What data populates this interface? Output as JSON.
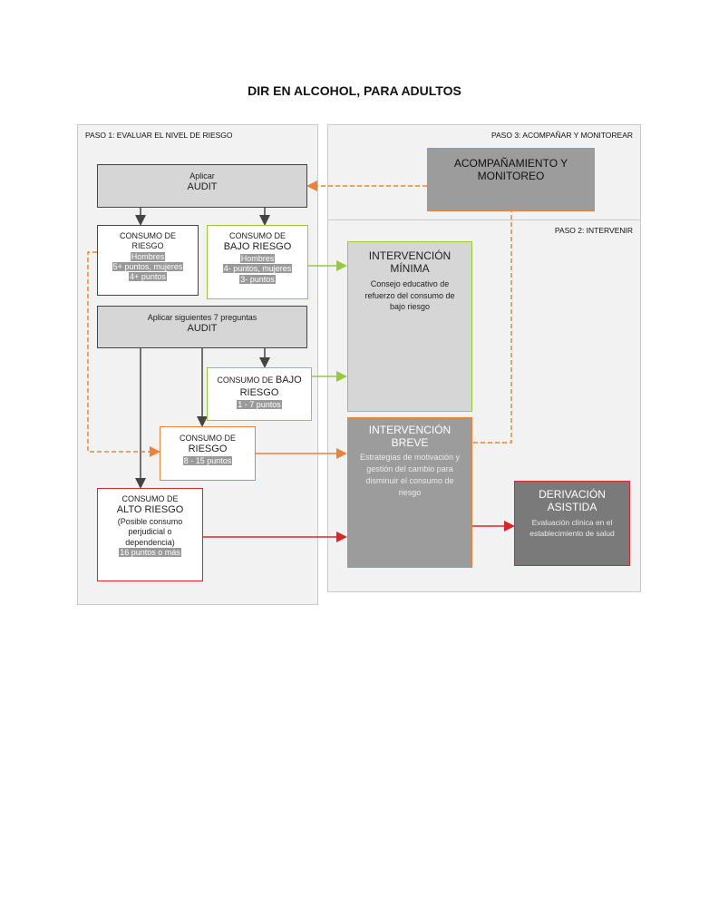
{
  "title": "DIR EN ALCOHOL, PARA ADULTOS",
  "paso1": "PASO 1: EVALUAR EL NIVEL DE RIESGO",
  "paso2": "PASO 2: INTERVENIR",
  "paso3": "PASO 3: ACOMPAÑAR Y MONITOREAR",
  "audit1": {
    "line1": "Aplicar",
    "line2": "AUDIT"
  },
  "consumo_riesgo1": {
    "line1": "CONSUMO DE",
    "line2": "RIESGO",
    "h1": "Hombres",
    "h2": "5+ puntos, mujeres",
    "h3": "4+ puntos"
  },
  "consumo_bajo1": {
    "line1": "CONSUMO DE",
    "line2": "BAJO RIESGO",
    "h1": "Hombres",
    "h2": "4- puntos, mujeres",
    "h3": "3- puntos"
  },
  "audit2": {
    "line1": "Aplicar siguientes 7 preguntas",
    "line2": "AUDIT"
  },
  "consumo_bajo2": {
    "pre": "CONSUMO DE ",
    "big": "BAJO",
    "line2": "RIESGO",
    "pts": "1 - 7 puntos"
  },
  "consumo_riesgo2": {
    "line1": "CONSUMO DE",
    "line2": "RIESGO",
    "pts": "8 - 15 puntos"
  },
  "alto_riesgo": {
    "line1": "CONSUMO DE",
    "line2": "ALTO RIESGO",
    "d1": "(Posible consumo",
    "d2": "perjudicial o",
    "d3": "dependencia)",
    "pts": "16 puntos o más"
  },
  "int_minima": {
    "t1": "INTERVENCIÓN",
    "t2": "MÍNIMA",
    "d1": "Consejo educativo de",
    "d2": "refuerzo del consumo de",
    "d3": "bajo riesgo"
  },
  "int_breve": {
    "t1": "INTERVENCIÓN",
    "t2": "BREVE",
    "d1": "Estrategias de motivación y",
    "d2": "gestión del cambio para",
    "d3": "disminuir el consumo de",
    "d4": "riesgo"
  },
  "derivacion": {
    "t1": "DERIVACIÓN",
    "t2": "ASISTIDA",
    "d1": "Evaluación clínica en el",
    "d2": "establecimiento de salud"
  },
  "acomp": {
    "t1": "ACOMPAÑAMIENTO Y",
    "t2": "MONITOREO"
  },
  "colors": {
    "green": "#97c93c",
    "orange": "#e8843a",
    "red": "#d9262a",
    "dark": "#444444"
  }
}
